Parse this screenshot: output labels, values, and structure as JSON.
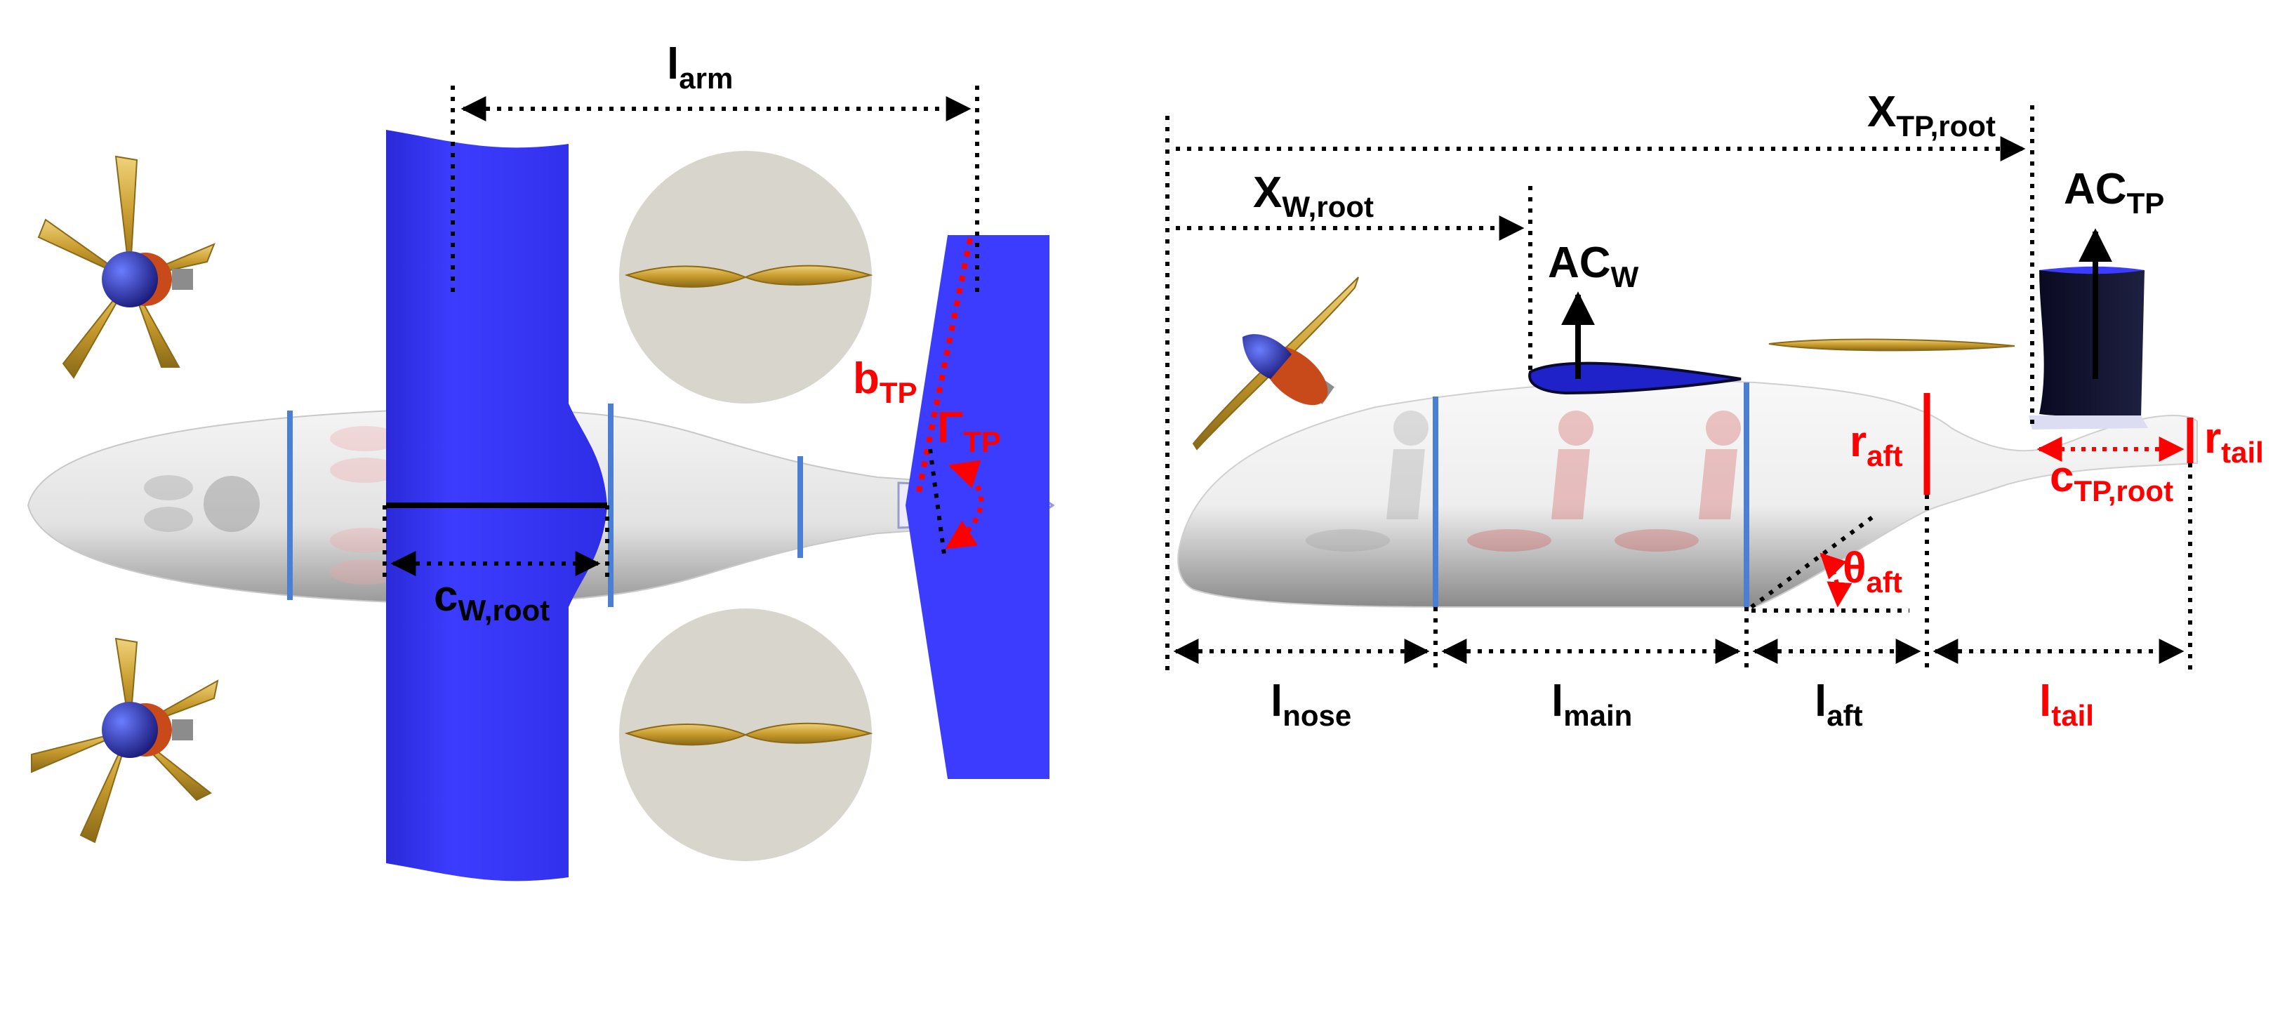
{
  "colors": {
    "wing_blue": "#3c3cff",
    "fuselage": "#e6e6e6",
    "station_blue": "#4a7fd4",
    "prop_gold": "#d8b24a",
    "disk_grey": "#d8d5cc",
    "dim_black": "#000000",
    "dim_red": "#ff0000"
  },
  "icons": [
    "rotor-icon",
    "propeller-icon",
    "seat-icon",
    "motor-icon"
  ],
  "top_view": {
    "l_arm": {
      "main": "l",
      "sub": "arm"
    },
    "c_w_root": {
      "main": "c",
      "sub": "W,root"
    },
    "b_tp": {
      "main": "b",
      "sub": "TP"
    },
    "gamma_tp": {
      "main": "Γ",
      "sub": "TP"
    }
  },
  "side_view": {
    "x_tp_root": {
      "main": "X",
      "sub": "TP,root"
    },
    "x_w_root": {
      "main": "X",
      "sub": "W,root"
    },
    "ac_w": {
      "main": "AC",
      "sub": "W"
    },
    "ac_tp": {
      "main": "AC",
      "sub": "TP"
    },
    "r_aft": {
      "main": "r",
      "sub": "aft"
    },
    "r_tail": {
      "main": "r",
      "sub": "tail"
    },
    "c_tp_root": {
      "main": "c",
      "sub": "TP,root"
    },
    "theta_aft": {
      "main": "θ",
      "sub": "aft"
    },
    "l_nose": {
      "main": "l",
      "sub": "nose"
    },
    "l_main": {
      "main": "l",
      "sub": "main"
    },
    "l_aft": {
      "main": "l",
      "sub": "aft"
    },
    "l_tail": {
      "main": "l",
      "sub": "tail"
    }
  }
}
